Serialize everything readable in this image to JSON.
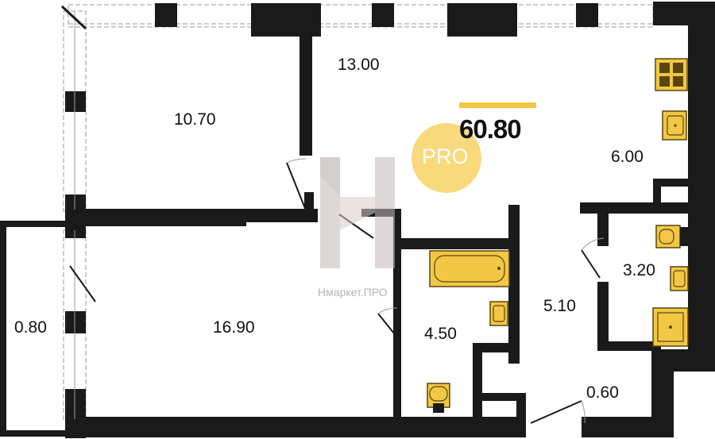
{
  "plan": {
    "total_area": "60.80",
    "badge_text": "PRO",
    "watermark_text": "Нмаркет.ПРО",
    "rooms": [
      {
        "id": "bedroom",
        "area": "10.70"
      },
      {
        "id": "kitchen-living",
        "area": "13.00"
      },
      {
        "id": "kitchen-zone",
        "area": "6.00"
      },
      {
        "id": "living-room",
        "area": "16.90"
      },
      {
        "id": "balcony",
        "area": "0.80"
      },
      {
        "id": "bathroom",
        "area": "4.50"
      },
      {
        "id": "hallway",
        "area": "5.10"
      },
      {
        "id": "toilet",
        "area": "3.20"
      },
      {
        "id": "vestibule",
        "area": "0.60"
      }
    ],
    "colors": {
      "wall": "#1a1a1a",
      "fixture": "#f2c744",
      "fixture_outline": "#5a4510",
      "watermark": "#bdb6b6",
      "badge": "#f5cd50"
    }
  }
}
